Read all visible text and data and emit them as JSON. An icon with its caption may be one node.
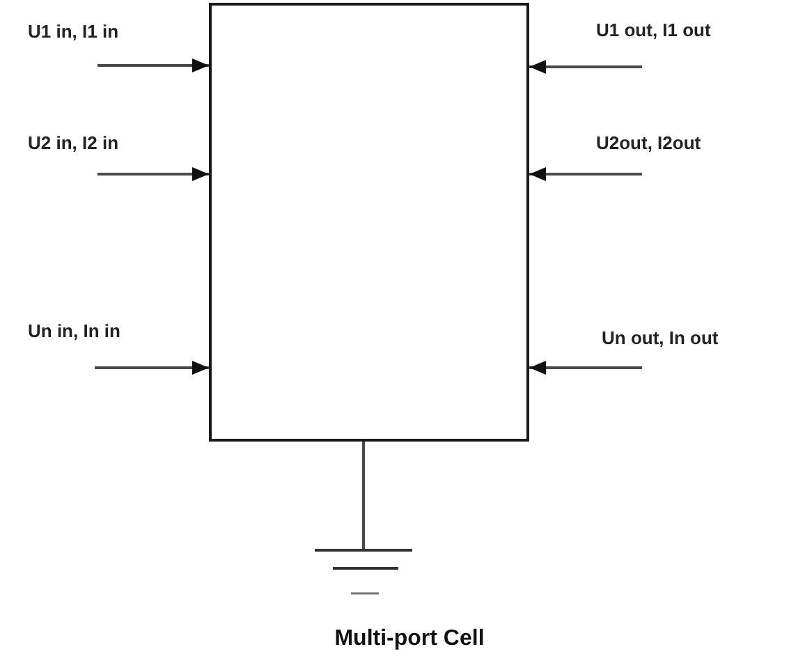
{
  "diagram": {
    "caption": "Multi-port Cell",
    "nodes": [
      {
        "text": [],
        "shape": "box"
      },
      {
        "text": [],
        "shape": "ground"
      }
    ],
    "edges": [
      {
        "from": null,
        "to": 0,
        "arrow": "to",
        "label": "U1 in, I1 in"
      },
      {
        "from": null,
        "to": 0,
        "arrow": "to",
        "label": "U2 in, I2 in"
      },
      {
        "from": null,
        "to": 0,
        "arrow": "to",
        "label": "Un in, In in"
      },
      {
        "from": null,
        "to": 0,
        "arrow": "to",
        "label": "U1 out, I1 out"
      },
      {
        "from": null,
        "to": 0,
        "arrow": "to",
        "label": "U2out, I2out"
      },
      {
        "from": null,
        "to": 0,
        "arrow": "to",
        "label": "Un out, In out"
      },
      {
        "from": 0,
        "to": 1,
        "arrow": "none"
      }
    ]
  }
}
